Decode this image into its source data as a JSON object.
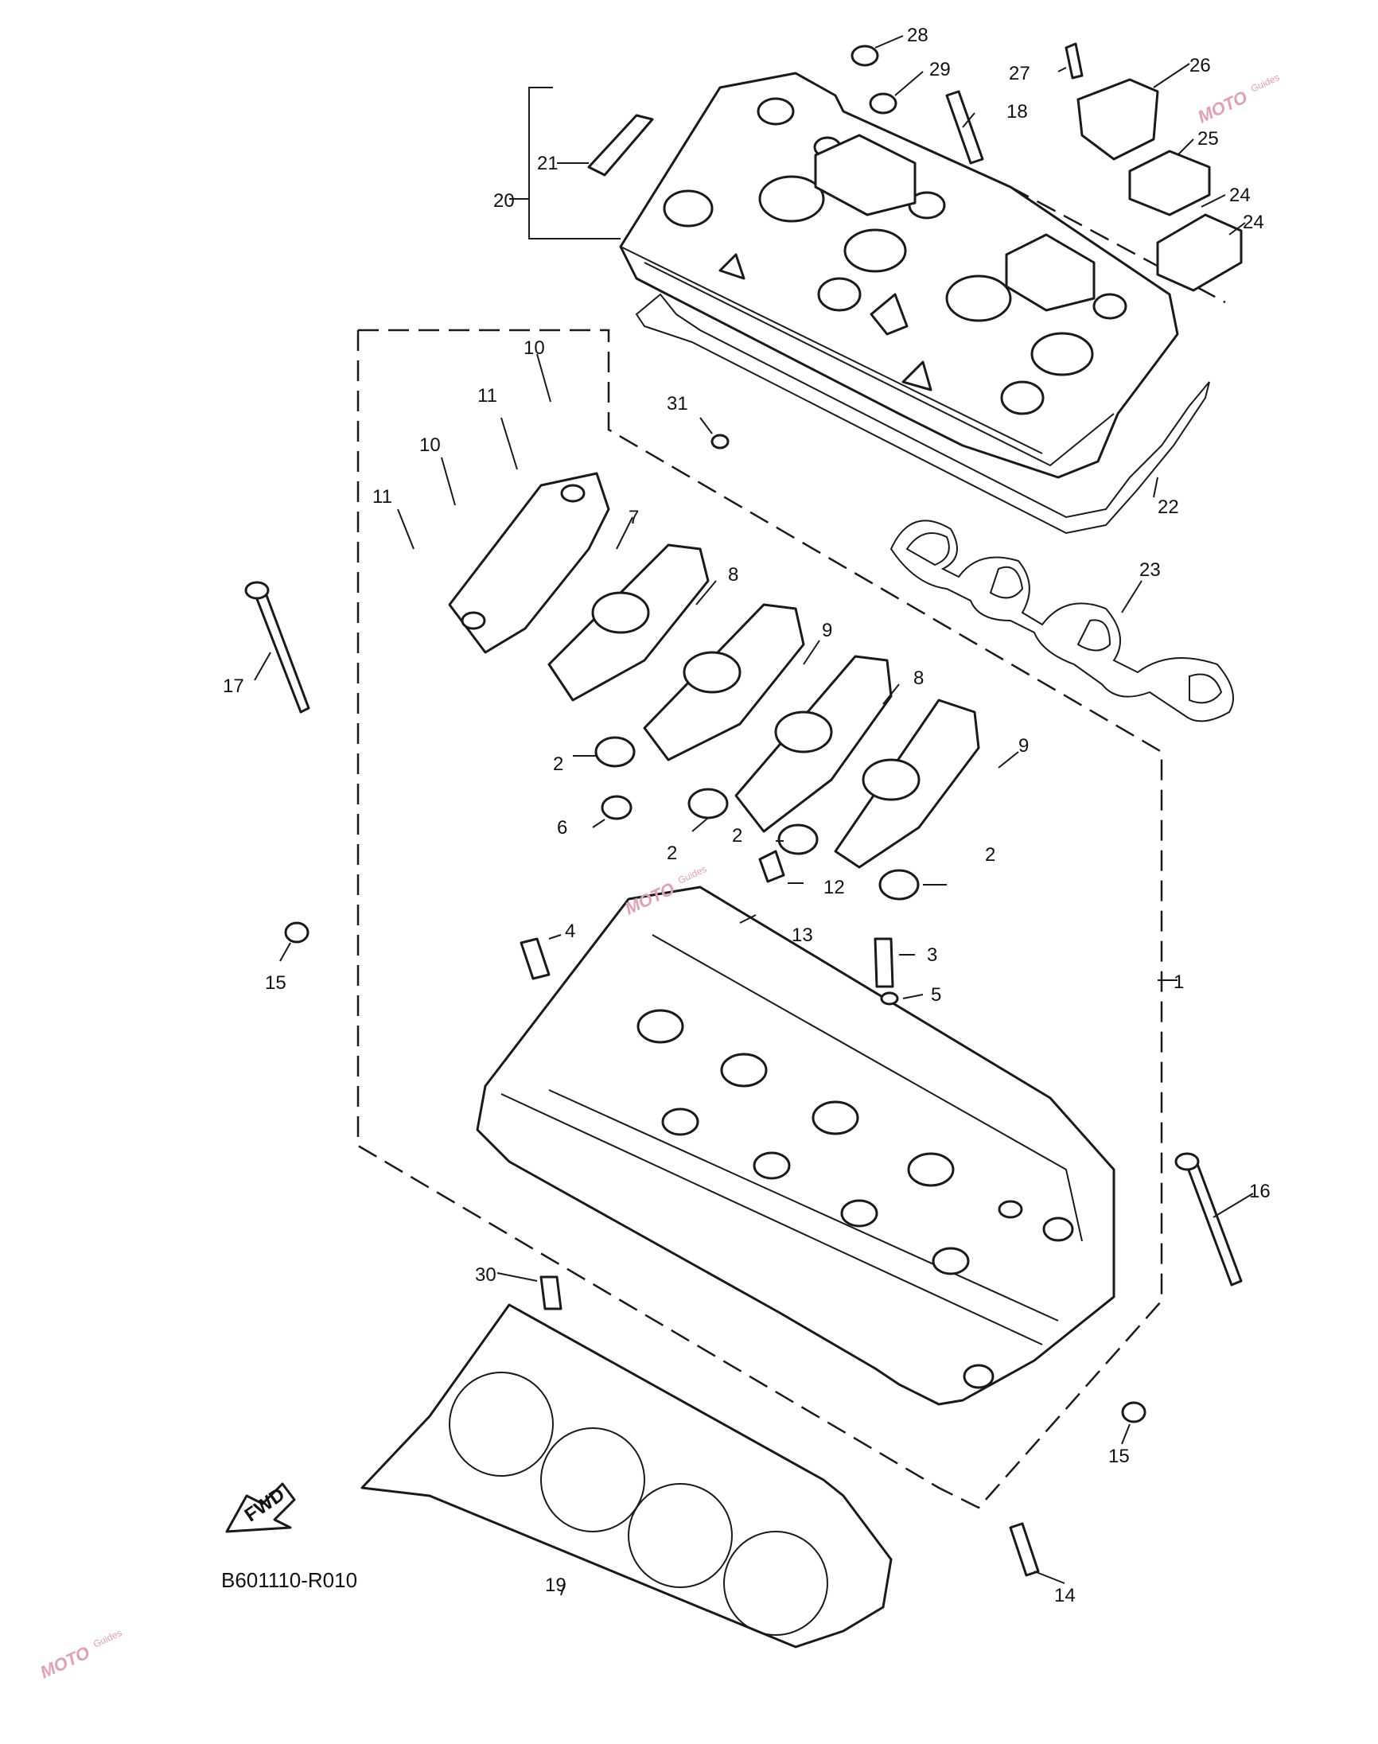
{
  "diagram_code": "B601110-R010",
  "fwd_label": "FWD",
  "watermark": {
    "brand": "MOTO",
    "sub": "Guides",
    "color": "#e7a7b8",
    "accent": "#9fb0e8"
  },
  "callouts": [
    {
      "id": "c1",
      "label": "1"
    },
    {
      "id": "c2a",
      "label": "2"
    },
    {
      "id": "c2b",
      "label": "2"
    },
    {
      "id": "c2c",
      "label": "2"
    },
    {
      "id": "c2d",
      "label": "2"
    },
    {
      "id": "c3",
      "label": "3"
    },
    {
      "id": "c4",
      "label": "4"
    },
    {
      "id": "c5",
      "label": "5"
    },
    {
      "id": "c6",
      "label": "6"
    },
    {
      "id": "c7",
      "label": "7"
    },
    {
      "id": "c8a",
      "label": "8"
    },
    {
      "id": "c8b",
      "label": "8"
    },
    {
      "id": "c9a",
      "label": "9"
    },
    {
      "id": "c9b",
      "label": "9"
    },
    {
      "id": "c10a",
      "label": "10"
    },
    {
      "id": "c10b",
      "label": "10"
    },
    {
      "id": "c11a",
      "label": "11"
    },
    {
      "id": "c11b",
      "label": "11"
    },
    {
      "id": "c12",
      "label": "12"
    },
    {
      "id": "c13",
      "label": "13"
    },
    {
      "id": "c14",
      "label": "14"
    },
    {
      "id": "c15a",
      "label": "15"
    },
    {
      "id": "c15b",
      "label": "15"
    },
    {
      "id": "c16",
      "label": "16"
    },
    {
      "id": "c17",
      "label": "17"
    },
    {
      "id": "c18",
      "label": "18"
    },
    {
      "id": "c19",
      "label": "19"
    },
    {
      "id": "c20",
      "label": "20"
    },
    {
      "id": "c21",
      "label": "21"
    },
    {
      "id": "c22",
      "label": "22"
    },
    {
      "id": "c23",
      "label": "23"
    },
    {
      "id": "c24a",
      "label": "24"
    },
    {
      "id": "c24b",
      "label": "24"
    },
    {
      "id": "c25",
      "label": "25"
    },
    {
      "id": "c26",
      "label": "26"
    },
    {
      "id": "c27",
      "label": "27"
    },
    {
      "id": "c28",
      "label": "28"
    },
    {
      "id": "c29",
      "label": "29"
    },
    {
      "id": "c30",
      "label": "30"
    },
    {
      "id": "c31",
      "label": "31"
    }
  ]
}
